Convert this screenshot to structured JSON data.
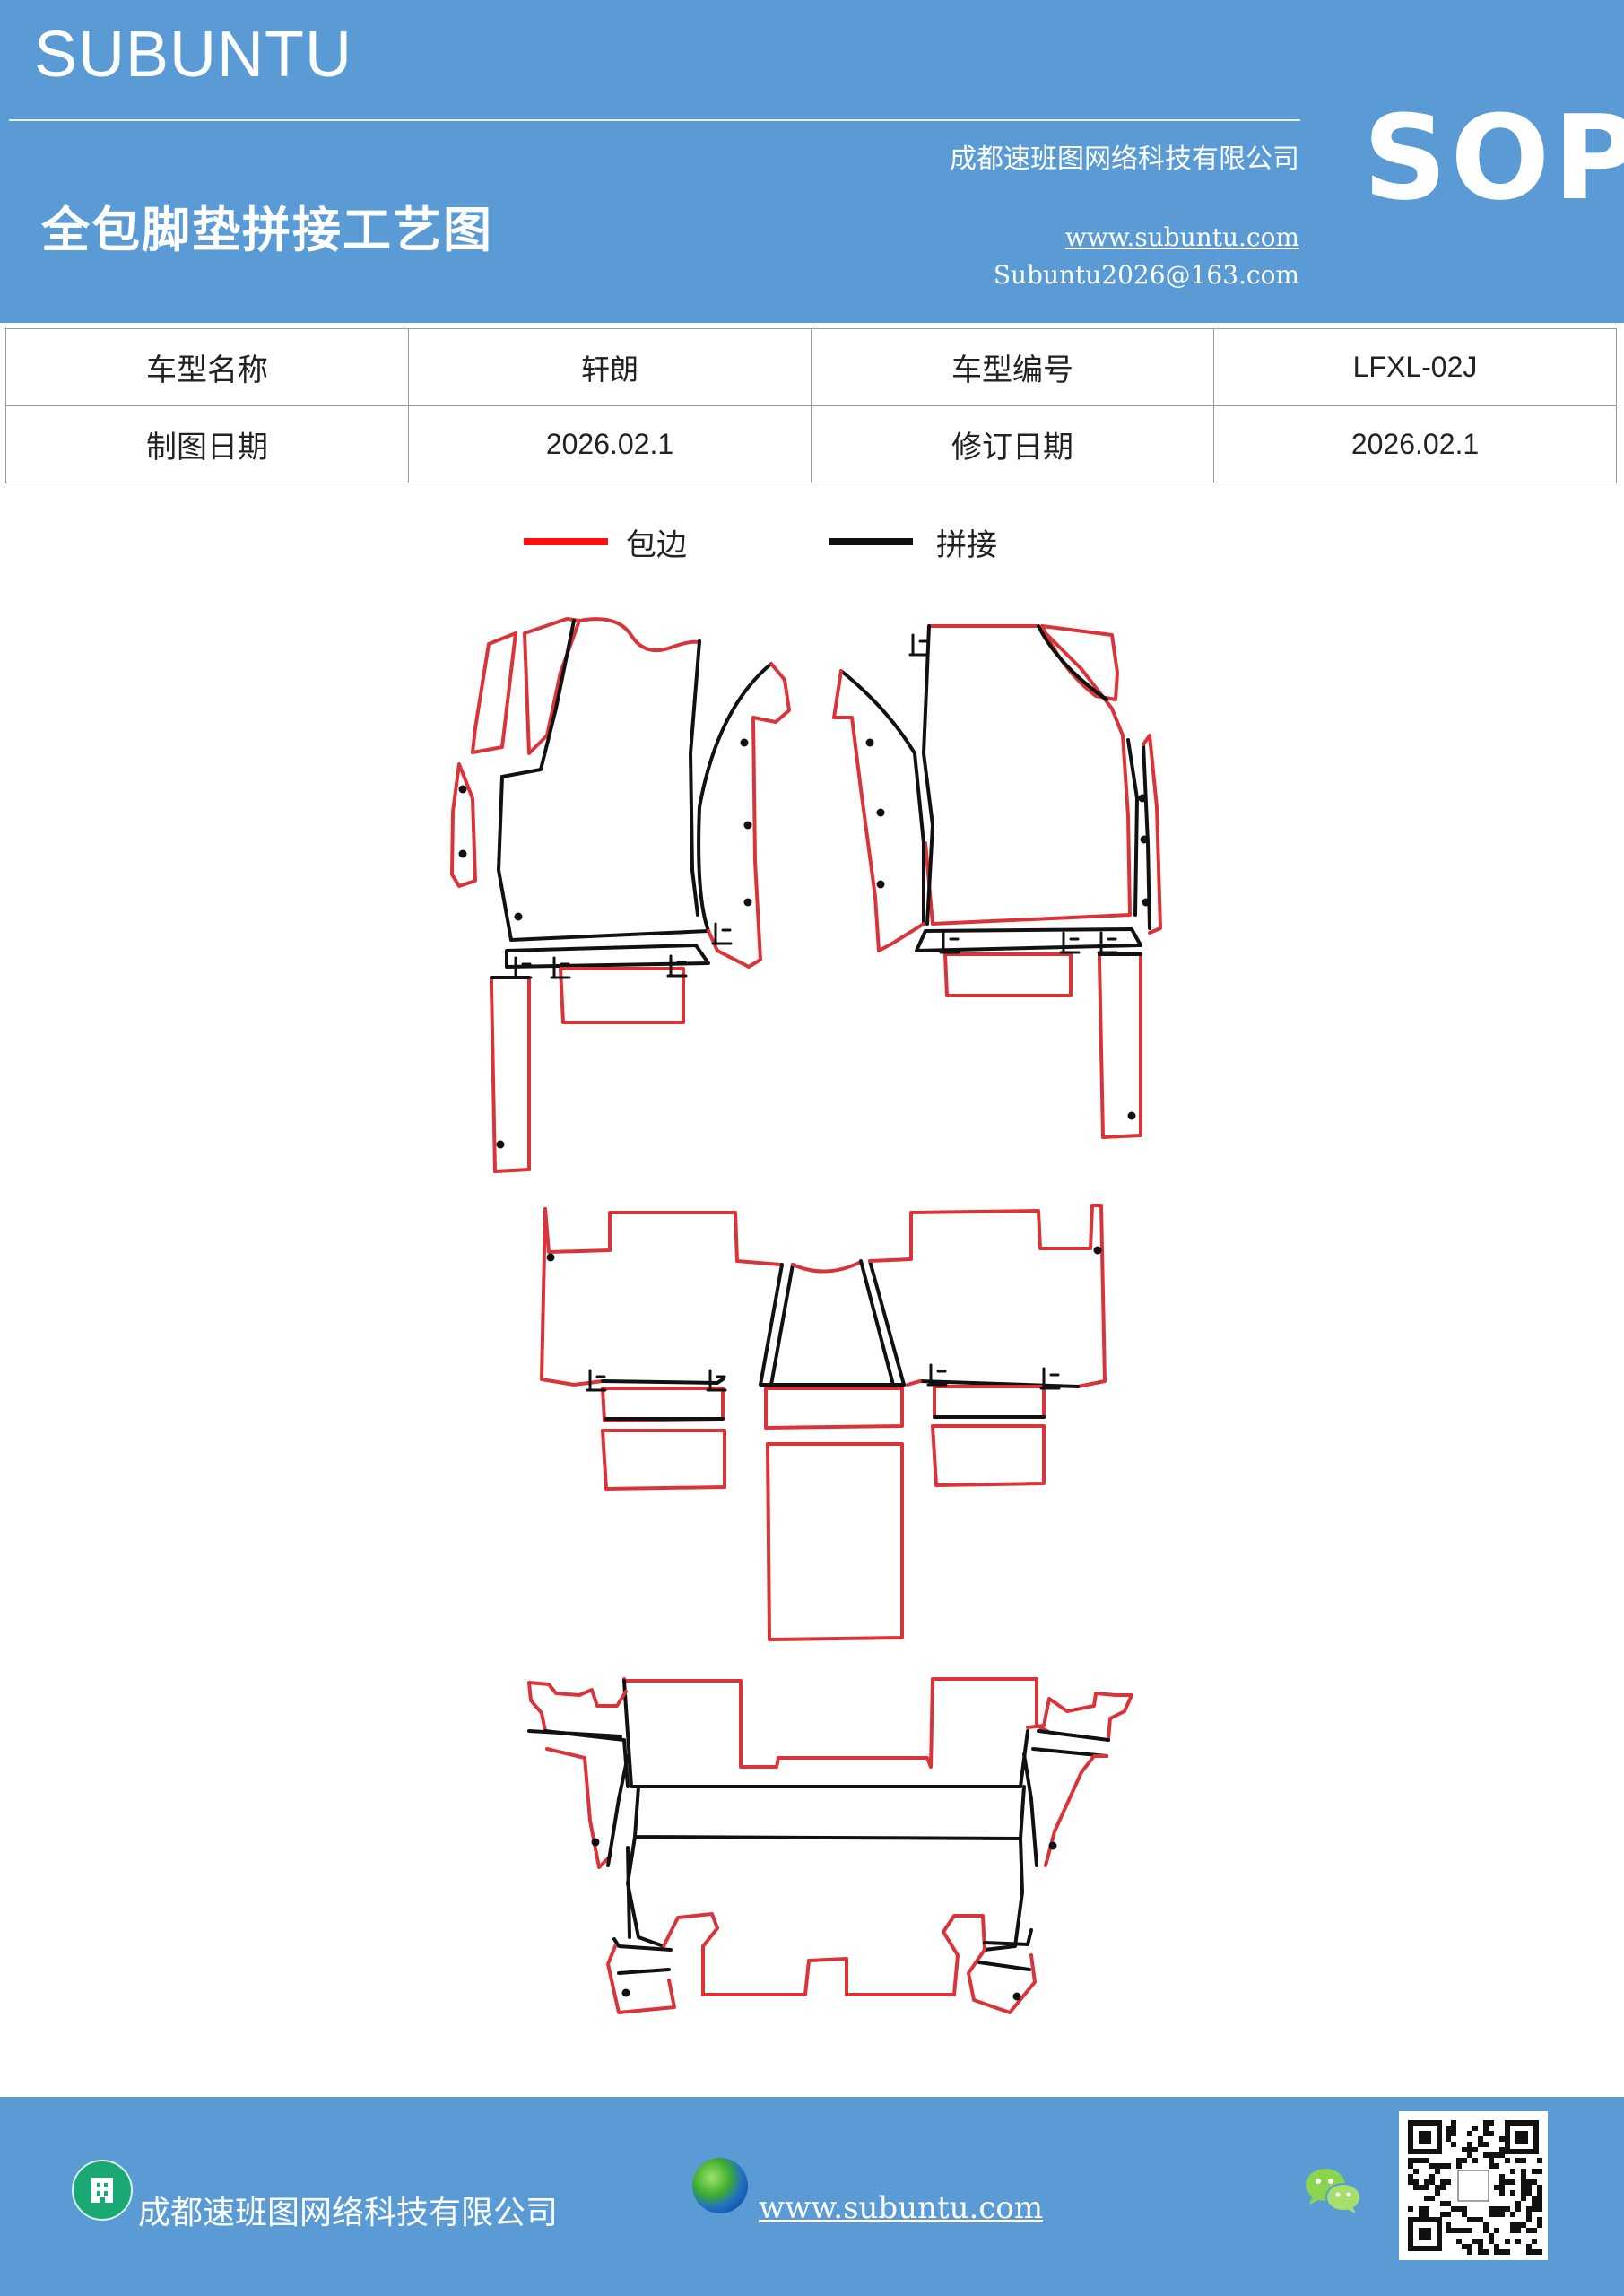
{
  "header": {
    "brand": "SUBUNTU",
    "company": "成都速班图网络科技有限公司",
    "title": "全包脚垫拼接工艺图",
    "website": "www.subuntu.com",
    "email": "Subuntu2026@163.com",
    "badge": "SOP"
  },
  "info_table": {
    "rows": [
      [
        "车型名称",
        "轩朗",
        "车型编号",
        "LFXL-02J"
      ],
      [
        "制图日期",
        "2026.02.1",
        "修订日期",
        "2026.02.1"
      ]
    ]
  },
  "legend": {
    "items": [
      {
        "label": "包边",
        "color": "#e02020"
      },
      {
        "label": "拼接",
        "color": "#111111"
      }
    ]
  },
  "colors": {
    "brand_blue": "#5b9bd5",
    "edge_red": "#d9343a",
    "seam_black": "#111111"
  },
  "footer": {
    "company": "成都速班图网络科技有限公司",
    "website": "www.subuntu.com ",
    "icons": [
      "building-icon",
      "globe-icon",
      "wechat-icon",
      "qr-code"
    ]
  }
}
